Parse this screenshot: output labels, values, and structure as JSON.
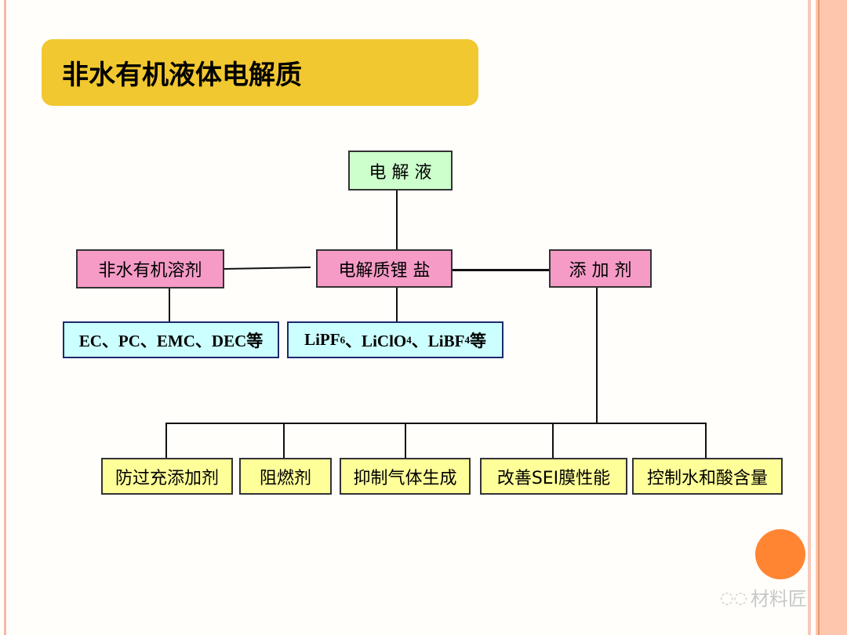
{
  "title": "非水有机液体电解质",
  "root": "电 解 液",
  "level1": {
    "solvent": "非水有机溶剂",
    "salt": "电解质锂 盐",
    "additive": "添 加 剂"
  },
  "solvent_examples": "EC、PC、EMC、DEC等",
  "salt_examples": {
    "p1": "LiPF",
    "s1": "6",
    "p2": "、LiClO",
    "s2": "4",
    "p3": "、LiBF",
    "s3": "4",
    "p4": "等"
  },
  "additives": [
    "防过充添加剂",
    "阻燃剂",
    "抑制气体生成",
    "改善SEI膜性能",
    "控制水和酸含量"
  ],
  "watermark": "材料匠",
  "colors": {
    "title_bg": "#F2C830",
    "accent_circle": "#FF8533"
  }
}
